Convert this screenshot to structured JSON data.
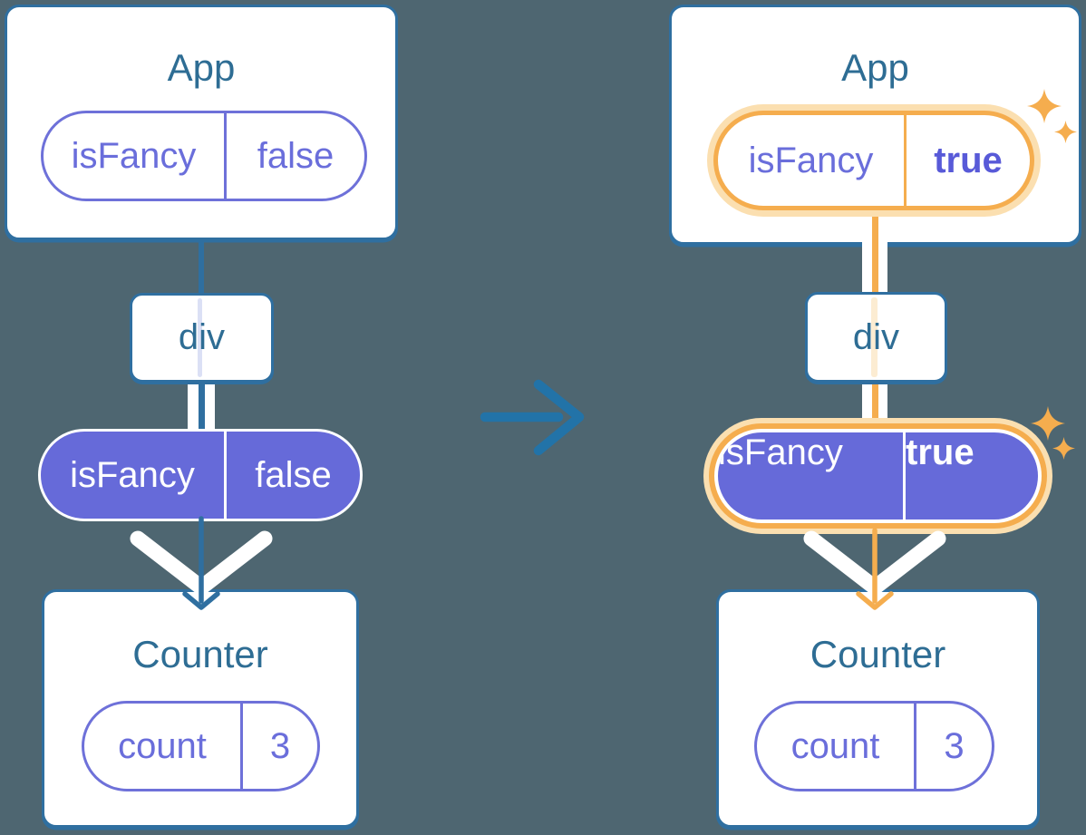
{
  "colors": {
    "background": "#4e6671",
    "card_bg": "#ffffff",
    "card_border": "#2f6fa0",
    "heading_text": "#2e6d94",
    "tree_line": "#2f6fa0",
    "transition_arrow": "#2273a8",
    "prop_pill_border": "#6e71d9",
    "prop_pill_text": "#6a6edb",
    "prop_value_bold_text": "#585ad8",
    "state_pill_bg": "#666ad9",
    "state_pill_text": "#ffffff",
    "highlight_orange": "#f5ad4e",
    "highlight_orange_glow": "#fbdfb0",
    "highlight_orange_pale": "#fcecd2",
    "pass_through_lavender": "#dbe0f5",
    "flow_white": "#ffffff"
  },
  "before": {
    "app_card": {
      "title": "App",
      "prop_pill": {
        "key": "isFancy",
        "value": "false"
      }
    },
    "div_box": {
      "label": "div"
    },
    "state_pill": {
      "key": "isFancy",
      "value": "false"
    },
    "counter_card": {
      "title": "Counter",
      "state_pill": {
        "key": "count",
        "value": "3"
      }
    }
  },
  "after": {
    "app_card": {
      "title": "App",
      "prop_pill": {
        "key": "isFancy",
        "value": "true"
      }
    },
    "div_box": {
      "label": "div"
    },
    "state_pill": {
      "key": "isFancy",
      "value": "true"
    },
    "counter_card": {
      "title": "Counter",
      "state_pill": {
        "key": "count",
        "value": "3"
      }
    }
  },
  "transition": {
    "icon": "arrow-right-icon"
  },
  "icons": {
    "sparkle": "sparkle-icon",
    "flow_down_arrow": "arrow-down-icon"
  }
}
